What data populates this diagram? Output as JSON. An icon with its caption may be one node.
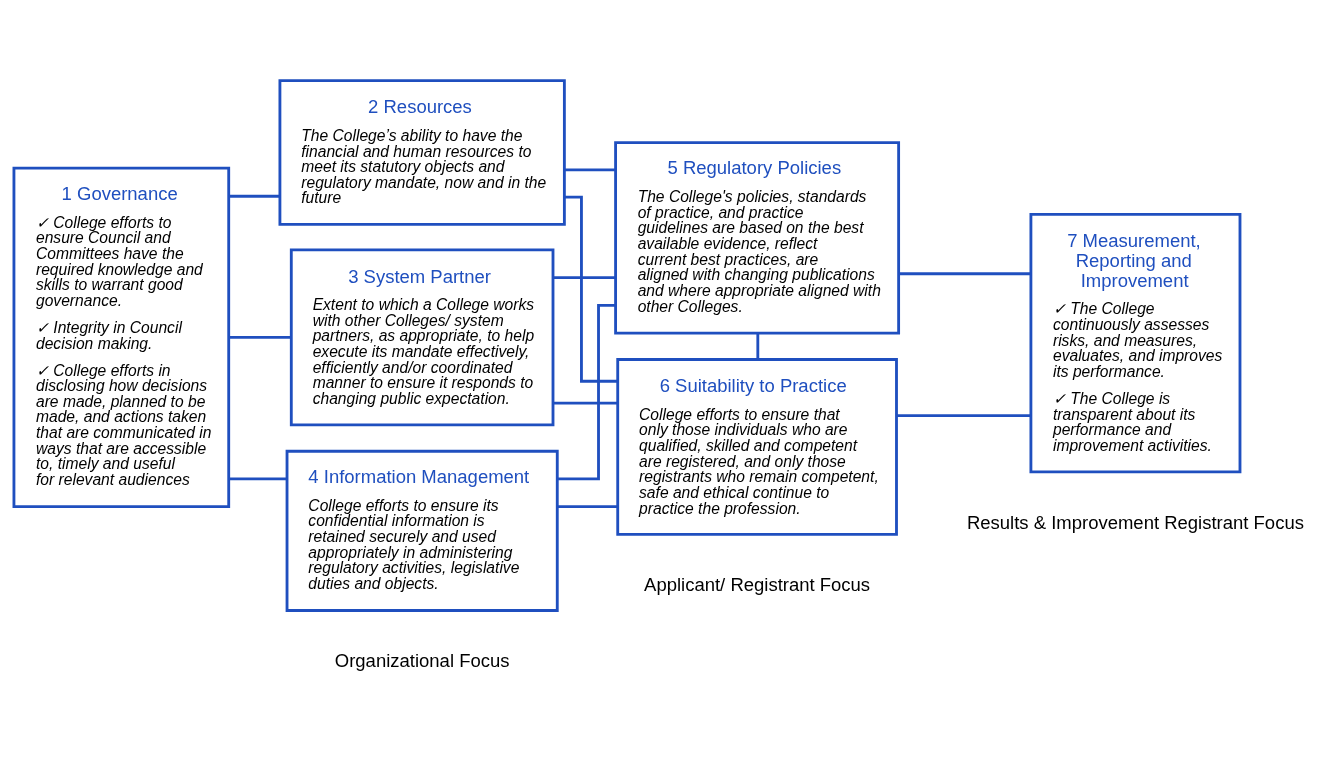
{
  "diagram": {
    "nodes": [
      {
        "text": [
          "1 Governance",
          "✓ College efforts to ensure Council and Committees have the required knowledge and skills to warrant good governance.",
          "✓ Integrity in Council decision making.",
          "✓ College efforts in disclosing how decisions are made, planned to be made, and actions taken that are communicated in ways that are accessible to, timely and useful for relevant audiences"
        ]
      },
      {
        "text": [
          "2 Resources",
          "The College’s ability to have the financial and human resources to meet its statutory objects and regulatory mandate, now and in the future"
        ]
      },
      {
        "text": [
          "3 System Partner",
          "Extent to which a College works with other Colleges/ system partners, as appropriate, to help execute its mandate effectively, efficiently and/or coordinated manner to ensure it responds to changing public expectation."
        ]
      },
      {
        "text": [
          "4 Information Management",
          "College efforts to ensure its confidential information is retained securely and used appropriately in administering regulatory activities, legislative duties and objects."
        ]
      },
      {
        "text": [
          "5 Regulatory Policies",
          "The College's policies, standards of practice, and practice guidelines are based on the best available evidence, reflect current best practices, are aligned with changing publications and where appropriate aligned with other Colleges."
        ]
      },
      {
        "text": [
          "6 Suitability to Practice",
          "College efforts to ensure that only those individuals who are qualified, skilled and competent are registered, and only those registrants who remain competent, safe and ethical continue to practice the profession."
        ]
      },
      {
        "text": [
          "7 Measurement, Reporting and Improvement",
          "✓ The College continuously assesses risks, and measures, evaluates, and improves its performance.",
          "✓ The College is transparent about its performance and improvement activities."
        ]
      }
    ],
    "edges": [
      {
        "from": 0,
        "to": 1,
        "arrow": "none"
      },
      {
        "from": 0,
        "to": 2,
        "arrow": "none"
      },
      {
        "from": 0,
        "to": 3,
        "arrow": "none"
      },
      {
        "from": 1,
        "to": 4,
        "arrow": "none"
      },
      {
        "from": 1,
        "to": 5,
        "arrow": "none"
      },
      {
        "from": 2,
        "to": 4,
        "arrow": "none"
      },
      {
        "from": 2,
        "to": 5,
        "arrow": "none"
      },
      {
        "from": 3,
        "to": 4,
        "arrow": "none"
      },
      {
        "from": 3,
        "to": 5,
        "arrow": "none"
      },
      {
        "from": 4,
        "to": 5,
        "arrow": "none"
      },
      {
        "from": 4,
        "to": 6,
        "arrow": "none"
      },
      {
        "from": 5,
        "to": 6,
        "arrow": "none"
      }
    ],
    "labels": [
      "Organizational Focus",
      "Applicant/ Registrant Focus",
      "Results & Improvement Registrant Focus"
    ]
  }
}
